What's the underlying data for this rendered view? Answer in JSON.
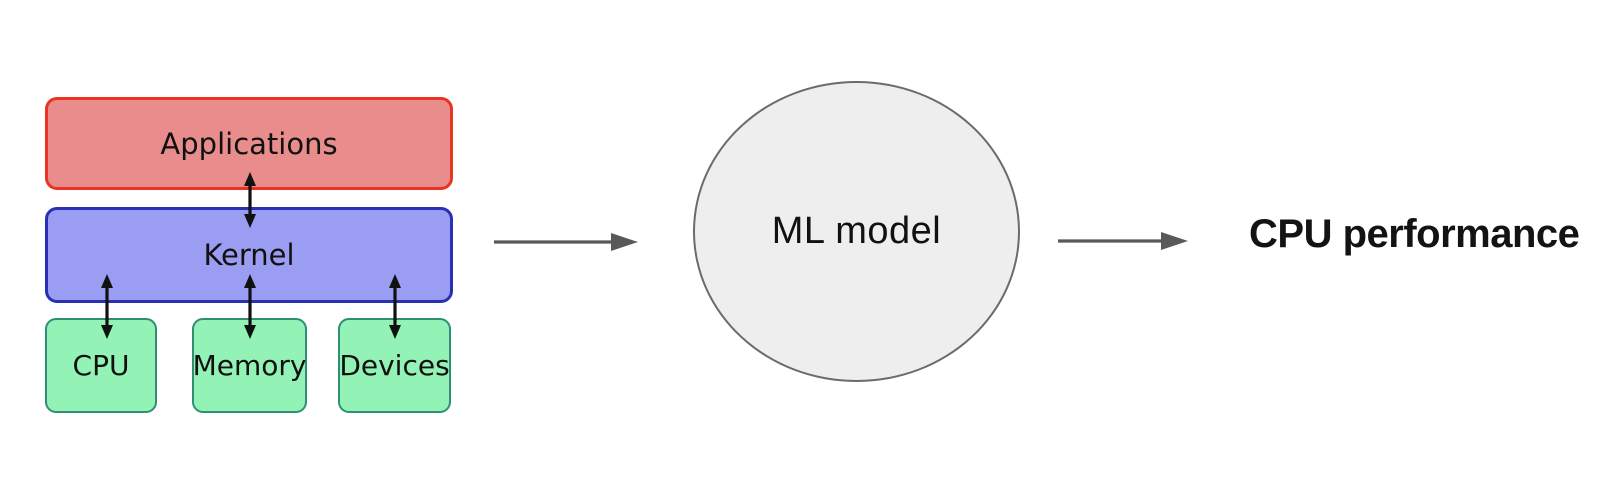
{
  "diagram": {
    "stack": {
      "applications": "Applications",
      "kernel": "Kernel",
      "cpu": "CPU",
      "memory": "Memory",
      "devices": "Devices"
    },
    "model": "ML model",
    "output": "CPU performance",
    "colors": {
      "applications_fill": "#e98c8c",
      "applications_border": "#ea3323",
      "kernel_fill": "#9a9df1",
      "kernel_border": "#2a30b4",
      "device_fill": "#93f2b5",
      "device_border": "#2f8f72",
      "model_fill": "#eeeeee",
      "model_border": "#6b6b6b",
      "flow_arrow": "#595959",
      "connector_arrow": "#111111"
    }
  }
}
